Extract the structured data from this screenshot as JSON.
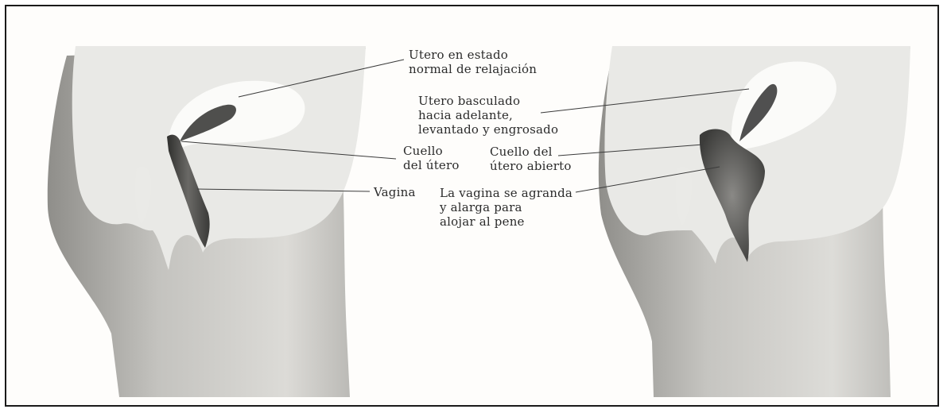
{
  "figure": {
    "left_panel": {
      "labels": {
        "utero_relajado": "Utero en estado\nnormal de relajación",
        "cuello": "Cuello\ndel útero",
        "vagina": "Vagina"
      }
    },
    "right_panel": {
      "labels": {
        "utero_basculado": "Utero basculado\nhacia adelante,\nlevantado y engrosado",
        "cuello_abierto": "Cuello del\nútero abierto",
        "vagina_agranda": "La vagina se agranda\ny alarga para\nalojar al pene"
      }
    },
    "colors": {
      "background": "#fefdfb",
      "body_shade": "#a7a6a2",
      "cavity": "#e9e9e6",
      "organ_dark": "#4a4a48"
    }
  }
}
